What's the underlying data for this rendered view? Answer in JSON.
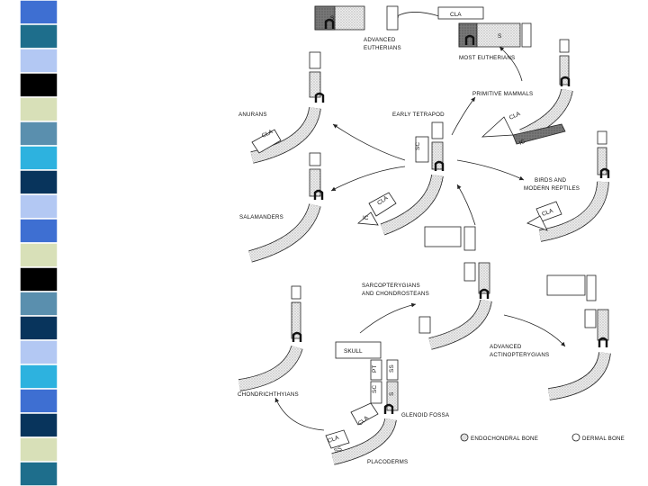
{
  "slide": {
    "stripe_colors": [
      "#3e6fd2",
      "#1e6e8c",
      "#b3c8f3",
      "#000000",
      "#d8e0b8",
      "#5a8fae",
      "#2db2df",
      "#08345c",
      "#b3c8f3",
      "#3e6fd2",
      "#d8e0b8",
      "#000000",
      "#5a8fae",
      "#08345c",
      "#b3c8f3",
      "#2db2df",
      "#3e6fd2",
      "#08345c",
      "#d8e0b8",
      "#1e6e8c"
    ]
  },
  "diagram": {
    "labels": {
      "advanced_eutherians_1": "ADVANCED",
      "advanced_eutherians_2": "EUTHERIANS",
      "most_eutherians": "MOST EUTHERIANS",
      "primitive_mammals": "PRIMITIVE MAMMALS",
      "anurans": "ANURANS",
      "early_tetrapod": "EARLY TETRAPOD",
      "birds_1": "BIRDS AND",
      "birds_2": "MODERN REPTILES",
      "salamanders": "SALAMANDERS",
      "sarcopterygians_1": "SARCOPTERYGIANS",
      "sarcopterygians_2": "AND CHONDROSTEANS",
      "advanced_actinopterygians_1": "ADVANCED",
      "advanced_actinopterygians_2": "ACTINOPTERYGIANS",
      "chondrichthyians": "CHONDRICHTHYIANS",
      "skull": "SKULL",
      "glenoid_fossa": "GLENOID FOSSA",
      "placoderms": "PLACODERMS",
      "endochondral_bone": "ENDOCHONDRAL BONE",
      "dermal_bone": "DERMAL BONE"
    },
    "tags": {
      "cla": "CLA",
      "ic": "IC",
      "s": "S",
      "sc": "SC",
      "pt": "PT",
      "ss": "SS"
    }
  }
}
